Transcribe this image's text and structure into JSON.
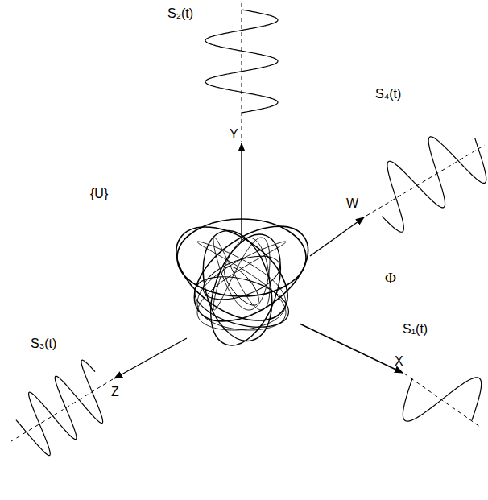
{
  "diagram": {
    "labels": [
      "S₂(t)",
      "Y",
      "S₄(t)",
      "W",
      "{U}",
      "Φ",
      "S₃(t)",
      "Z",
      "S₁(t)",
      "X"
    ]
  }
}
